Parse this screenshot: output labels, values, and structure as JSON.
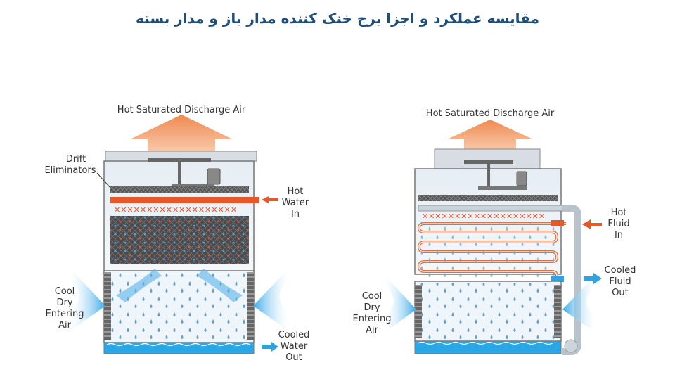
{
  "title": "مقایسه عملکرد و اجزا برج خنک کننده مدار باز و مدار بسته",
  "open_tower": {
    "discharge_label": "Hot Saturated Discharge Air",
    "drift_label_1": "Drift",
    "drift_label_2": "Eliminators",
    "hot_water_1": "Hot",
    "hot_water_2": "Water",
    "hot_water_3": "In",
    "cool_air_1": "Cool",
    "cool_air_2": "Dry",
    "cool_air_3": "Entering",
    "cool_air_4": "Air",
    "cooled_water_1": "Cooled",
    "cooled_water_2": "Water",
    "cooled_water_3": "Out"
  },
  "closed_tower": {
    "discharge_label": "Hot Saturated Discharge Air",
    "hot_fluid_1": "Hot",
    "hot_fluid_2": "Fluid",
    "hot_fluid_3": "In",
    "cooled_fluid_1": "Cooled",
    "cooled_fluid_2": "Fluid",
    "cooled_fluid_3": "Out",
    "cool_air_1": "Cool",
    "cool_air_2": "Dry",
    "cool_air_3": "Entering",
    "cool_air_4": "Air"
  },
  "colors": {
    "title": "#1f4e79",
    "hot_arrow": "#e8572a",
    "cool_arrow": "#2ea3e0",
    "water": "#29a8e8",
    "coil": "#e07040"
  }
}
